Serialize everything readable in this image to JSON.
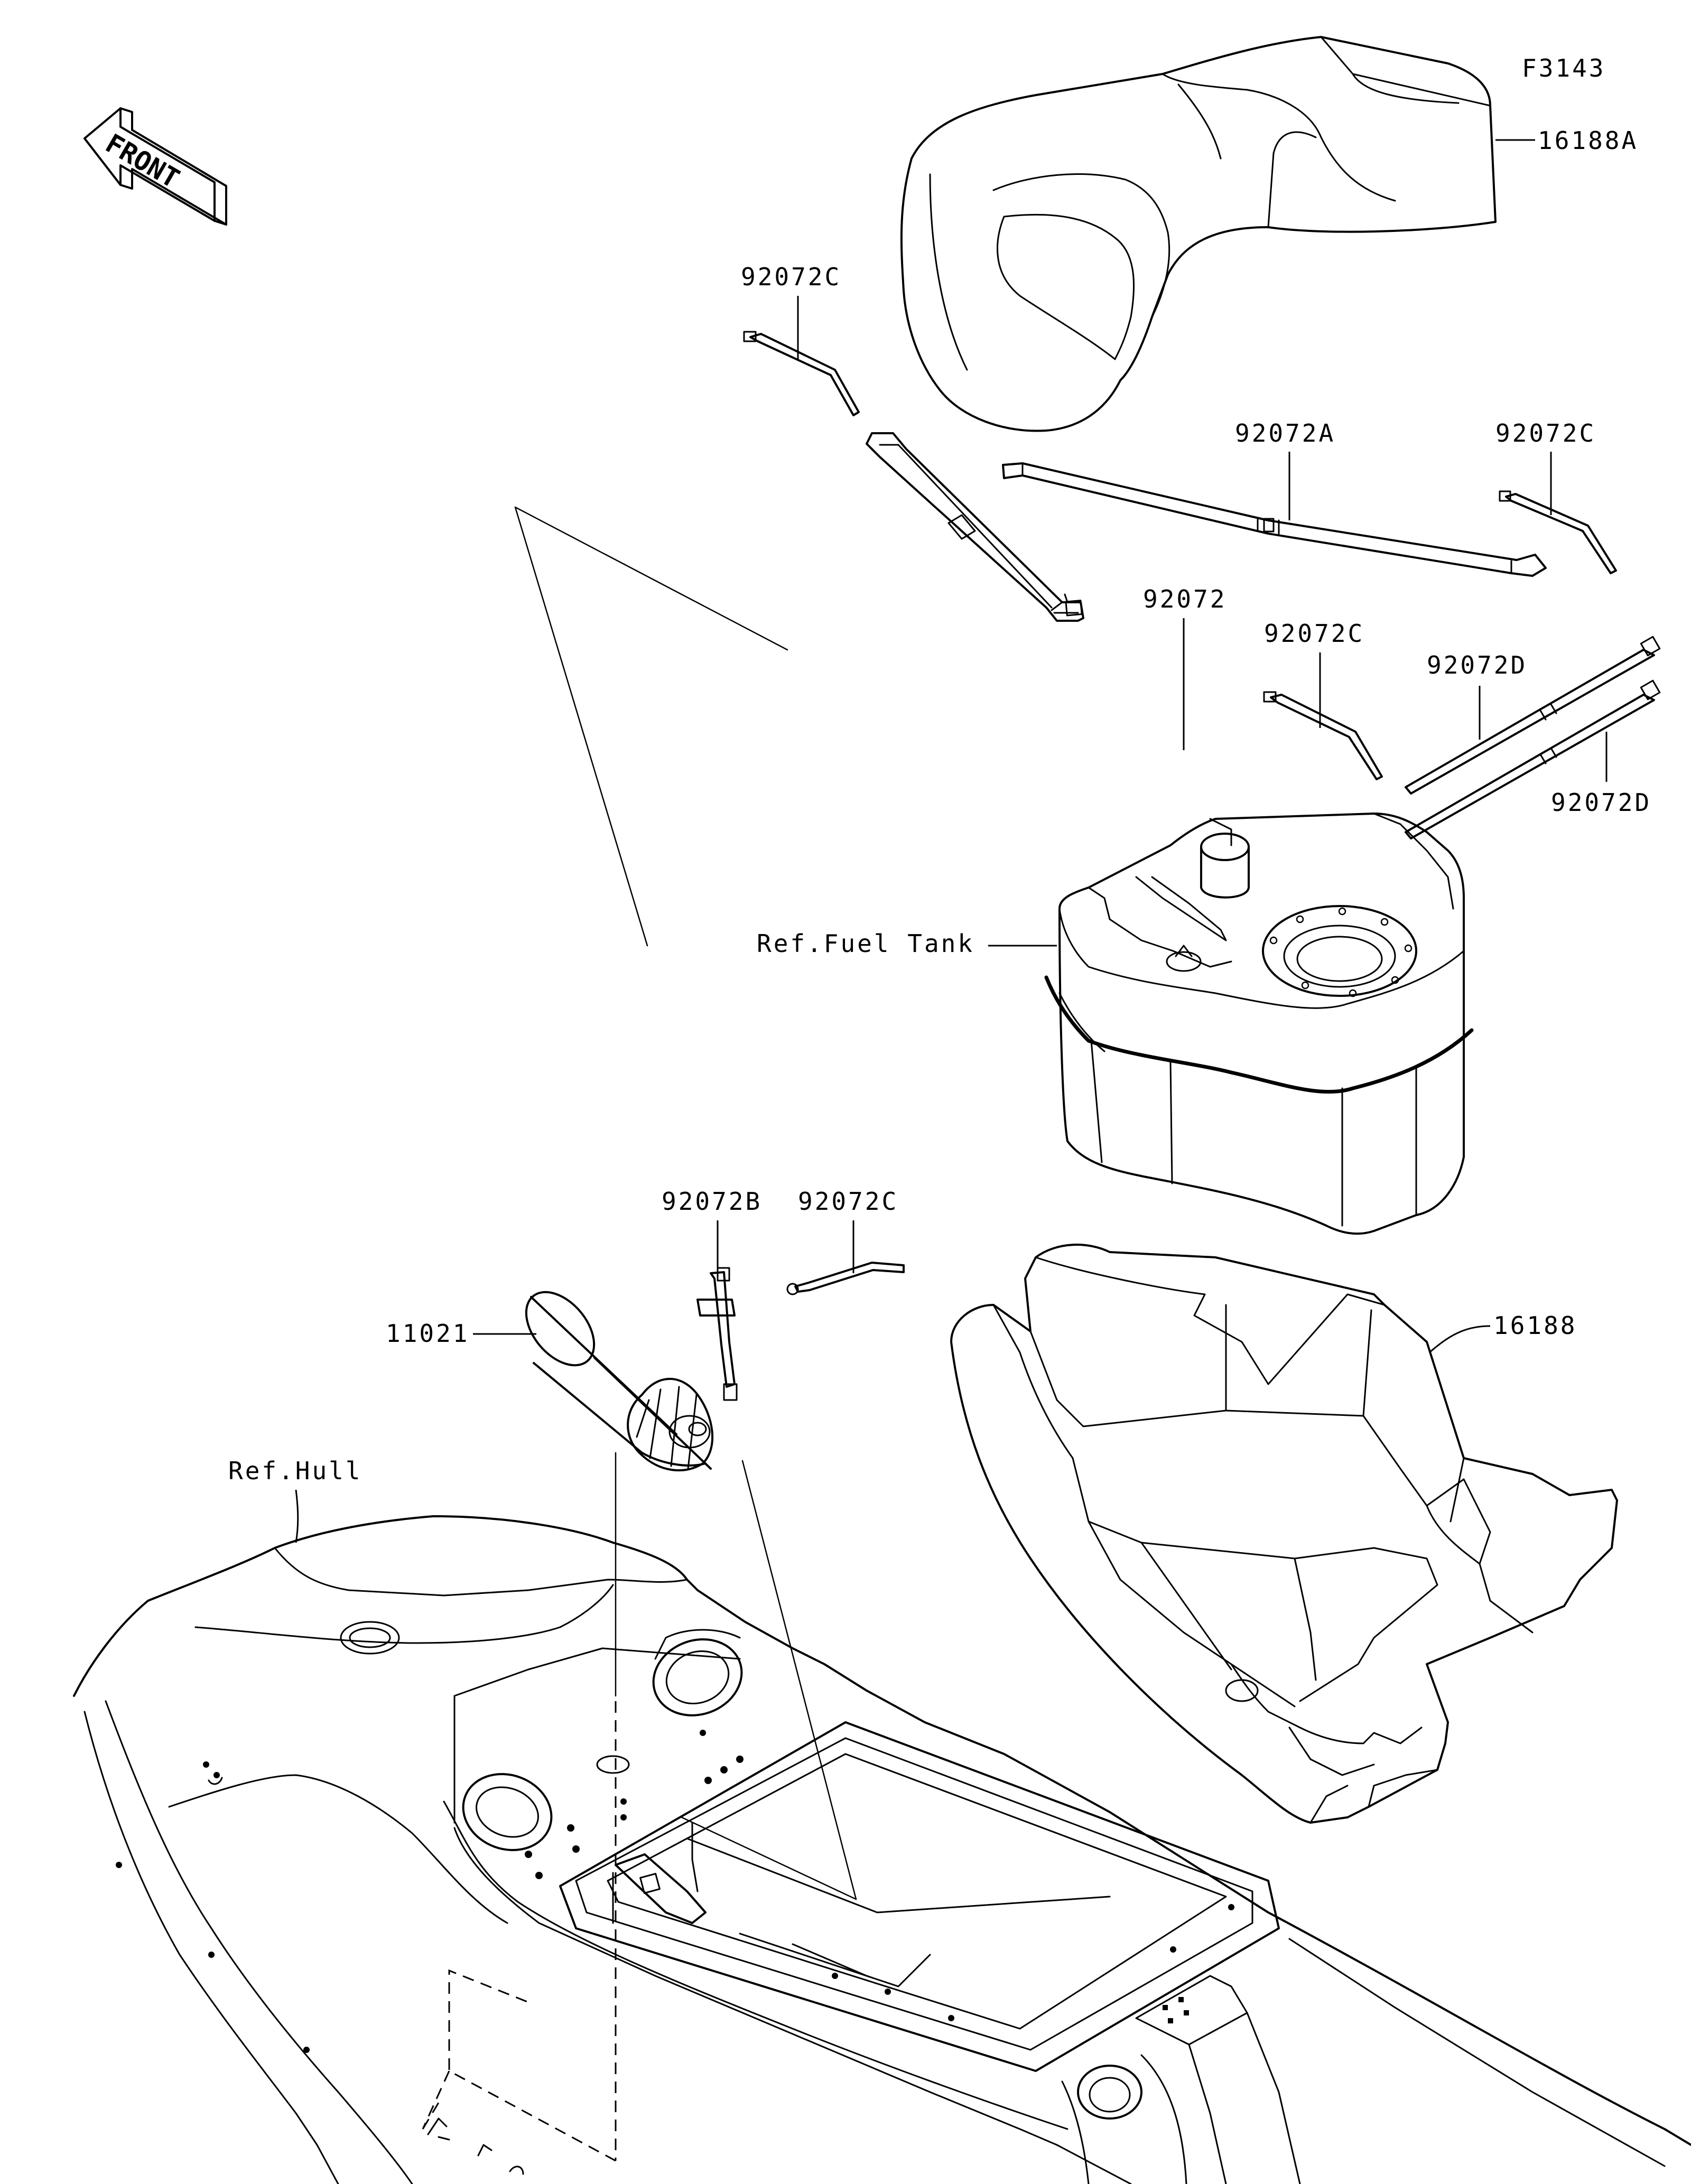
{
  "figure_id": "F3143",
  "front_arrow": {
    "text": "FRONT",
    "icon": "front-direction-arrow-icon"
  },
  "labels": {
    "seat_cover": "16188A",
    "strap_c_1": "92072C",
    "strap_a": "92072A",
    "strap_c_2": "92072C",
    "strap_main": "92072",
    "strap_c_3": "92072C",
    "strap_d_1": "92072D",
    "strap_d_2": "92072D",
    "fuel_tank_ref": "Ref.Fuel Tank",
    "strap_b": "92072B",
    "strap_c_4": "92072C",
    "canister": "11021",
    "storage_bin": "16188",
    "hull_ref": "Ref.Hull"
  }
}
